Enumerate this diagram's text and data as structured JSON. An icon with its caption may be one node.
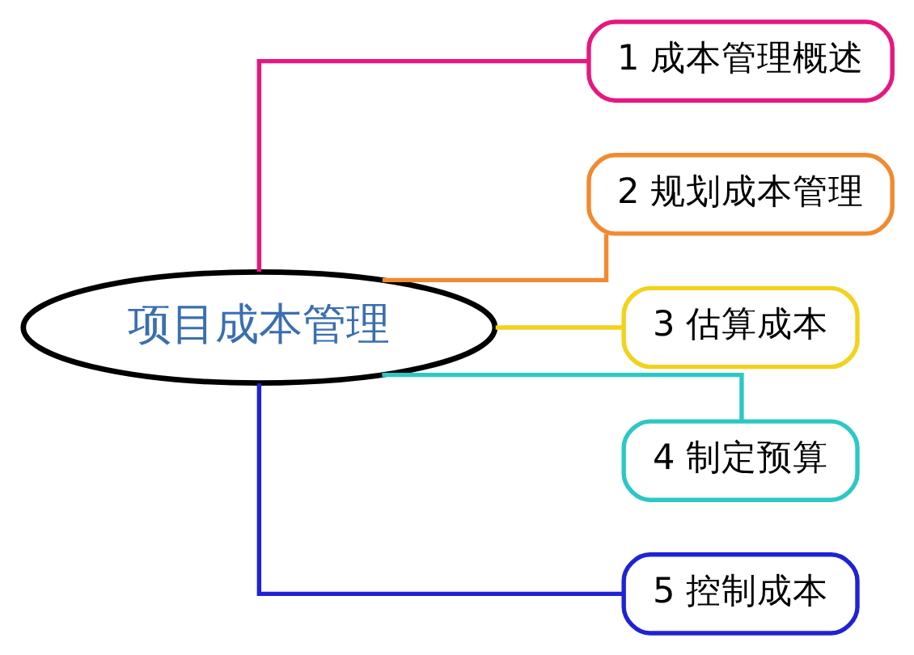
{
  "diagram": {
    "nodes": [
      {
        "text": [
          "项目成本管理"
        ]
      },
      {
        "text": [
          "1 成本管理概述"
        ]
      },
      {
        "text": [
          "2 规划成本管理"
        ]
      },
      {
        "text": [
          "3 估算成本"
        ]
      },
      {
        "text": [
          "4 制定预算"
        ]
      },
      {
        "text": [
          "5 控制成本"
        ]
      }
    ],
    "edges": [
      {
        "from": 0,
        "to": 1,
        "arrow": "none",
        "color": "#e8177f"
      },
      {
        "from": 0,
        "to": 2,
        "arrow": "none",
        "color": "#f28a2e"
      },
      {
        "from": 0,
        "to": 3,
        "arrow": "none",
        "color": "#f2d21b"
      },
      {
        "from": 0,
        "to": 4,
        "arrow": "none",
        "color": "#2cc7c7"
      },
      {
        "from": 0,
        "to": 5,
        "arrow": "none",
        "color": "#1f22d6"
      }
    ]
  }
}
